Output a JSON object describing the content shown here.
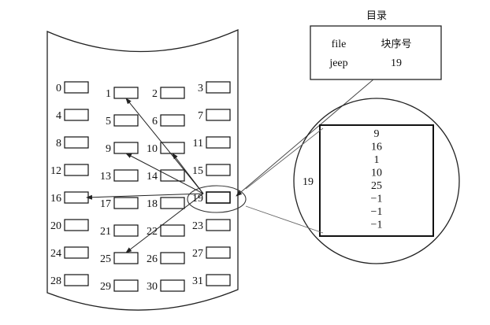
{
  "disk": {
    "blocks": [
      "0",
      "1",
      "2",
      "3",
      "4",
      "5",
      "6",
      "7",
      "8",
      "9",
      "10",
      "11",
      "12",
      "13",
      "14",
      "15",
      "16",
      "17",
      "18",
      "19",
      "20",
      "21",
      "22",
      "23",
      "24",
      "25",
      "26",
      "27",
      "28",
      "29",
      "30",
      "31"
    ],
    "index_block": "19",
    "pointed_blocks": [
      "9",
      "16",
      "1",
      "10",
      "25"
    ]
  },
  "directory": {
    "title": "目录",
    "headers": [
      "file",
      "块序号"
    ],
    "row": [
      "jeep",
      "19"
    ]
  },
  "index_zoom": {
    "label": "19",
    "entries": [
      "9",
      "16",
      "1",
      "10",
      "25",
      "−1",
      "−1",
      "−1"
    ]
  }
}
